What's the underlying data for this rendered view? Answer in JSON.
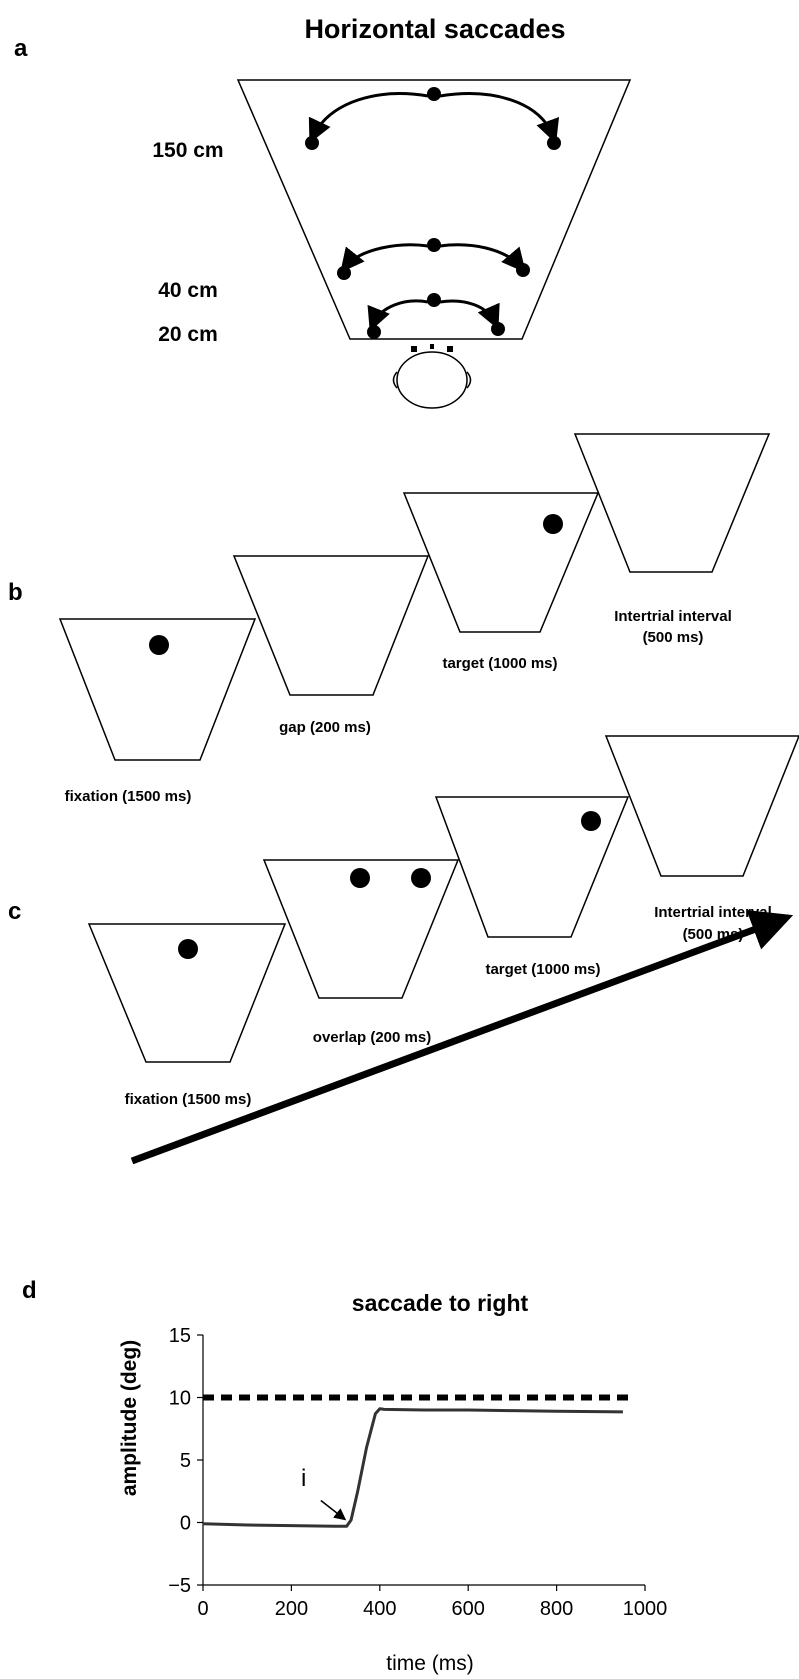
{
  "title": "Horizontal saccades",
  "panels": {
    "a": "a",
    "b": "b",
    "c": "c",
    "d": "d"
  },
  "panel_a": {
    "distances": [
      "150 cm",
      "40 cm",
      "20 cm"
    ]
  },
  "panel_b": {
    "steps": [
      "fixation (1500 ms)",
      "gap (200 ms)",
      "target (1000 ms)"
    ],
    "interval_line1": "Intertrial interval",
    "interval_line2": "(500 ms)"
  },
  "panel_c": {
    "steps": [
      "fixation (1500 ms)",
      "overlap (200 ms)",
      "target (1000 ms)"
    ],
    "interval_line1": "Intertrial interval",
    "interval_line2": "(500 ms)"
  },
  "chart_data": {
    "type": "line",
    "title": "saccade to right",
    "xlabel": "time (ms)",
    "ylabel": "amplitude (deg)",
    "xlim": [
      0,
      1000
    ],
    "ylim": [
      -5,
      15
    ],
    "x_ticks": [
      "0",
      "200",
      "400",
      "600",
      "800",
      "1000"
    ],
    "y_ticks": [
      "15",
      "10",
      "5",
      "0",
      "−5"
    ],
    "target_level": 10,
    "annotation": "i",
    "annotation_x": 330,
    "series": [
      {
        "x": [
          0,
          100,
          200,
          300,
          325,
          335,
          350,
          370,
          390,
          400,
          410,
          500,
          600,
          700,
          800,
          950
        ],
        "y": [
          -0.1,
          -0.2,
          -0.25,
          -0.3,
          -0.3,
          0.2,
          2.5,
          6.0,
          8.7,
          9.1,
          9.05,
          9.0,
          9.0,
          8.95,
          8.9,
          8.85
        ]
      }
    ],
    "colors": {
      "line": "#333333",
      "target": "#000000"
    }
  }
}
